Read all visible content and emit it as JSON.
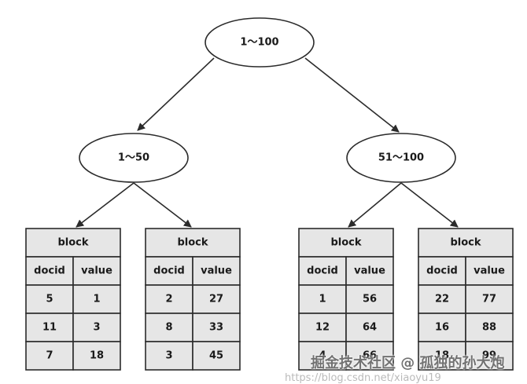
{
  "tree": {
    "root": {
      "label": "1～100"
    },
    "left": {
      "label": "1～50"
    },
    "right": {
      "label": "51～100"
    }
  },
  "blocks": [
    {
      "title": "block",
      "headers": [
        "docid",
        "value"
      ],
      "rows": [
        [
          "5",
          "1"
        ],
        [
          "11",
          "3"
        ],
        [
          "7",
          "18"
        ]
      ]
    },
    {
      "title": "block",
      "headers": [
        "docid",
        "value"
      ],
      "rows": [
        [
          "2",
          "27"
        ],
        [
          "8",
          "33"
        ],
        [
          "3",
          "45"
        ]
      ]
    },
    {
      "title": "block",
      "headers": [
        "docid",
        "value"
      ],
      "rows": [
        [
          "1",
          "56"
        ],
        [
          "12",
          "64"
        ],
        [
          "4",
          "66"
        ]
      ]
    },
    {
      "title": "block",
      "headers": [
        "docid",
        "value"
      ],
      "rows": [
        [
          "22",
          "77"
        ],
        [
          "16",
          "88"
        ],
        [
          "18",
          "99"
        ]
      ]
    }
  ],
  "watermark": {
    "text": "掘金技术社区 @ 孤独的孙大炮",
    "url": "https://blog.csdn.net/xiaoyu19"
  },
  "colors": {
    "cell_fill": "#e6e6e6",
    "stroke": "#2b2b2b",
    "ellipse_fill": "#ffffff"
  }
}
